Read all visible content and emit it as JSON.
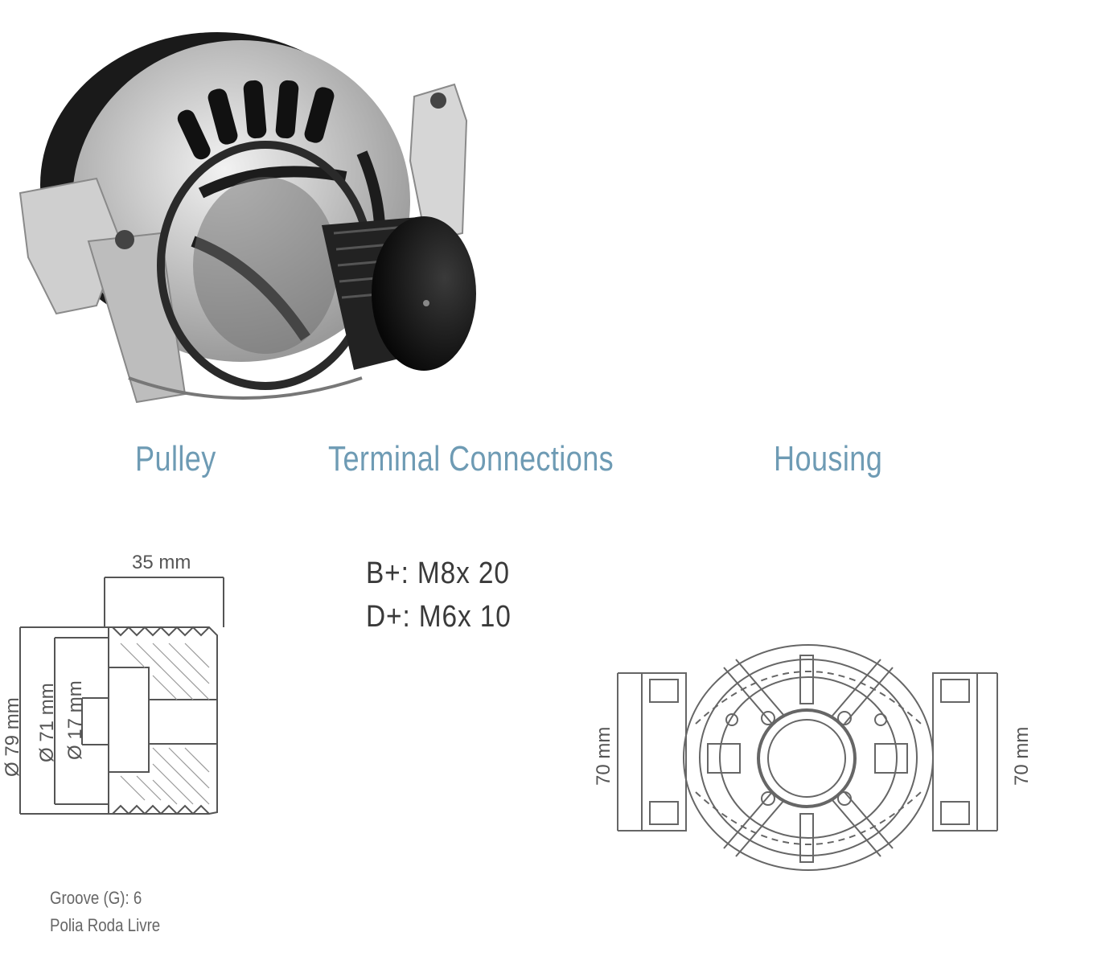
{
  "sections": {
    "pulley": "Pulley",
    "terminal": "Terminal Connections",
    "housing": "Housing"
  },
  "pulley": {
    "width": "35 mm",
    "outer_diameter": "Ø 79 mm",
    "groove_diameter": "Ø 71 mm",
    "bore_diameter": "Ø 17 mm",
    "groove_note": "Groove (G): 6",
    "type_note": "Polia Roda Livre"
  },
  "terminals": [
    "B+: M8x 20",
    "D+: M6x 10"
  ],
  "housing": {
    "left_dim": "70 mm",
    "right_dim": "70 mm"
  },
  "colors": {
    "heading": "#6e9bb4",
    "line": "#555555"
  }
}
